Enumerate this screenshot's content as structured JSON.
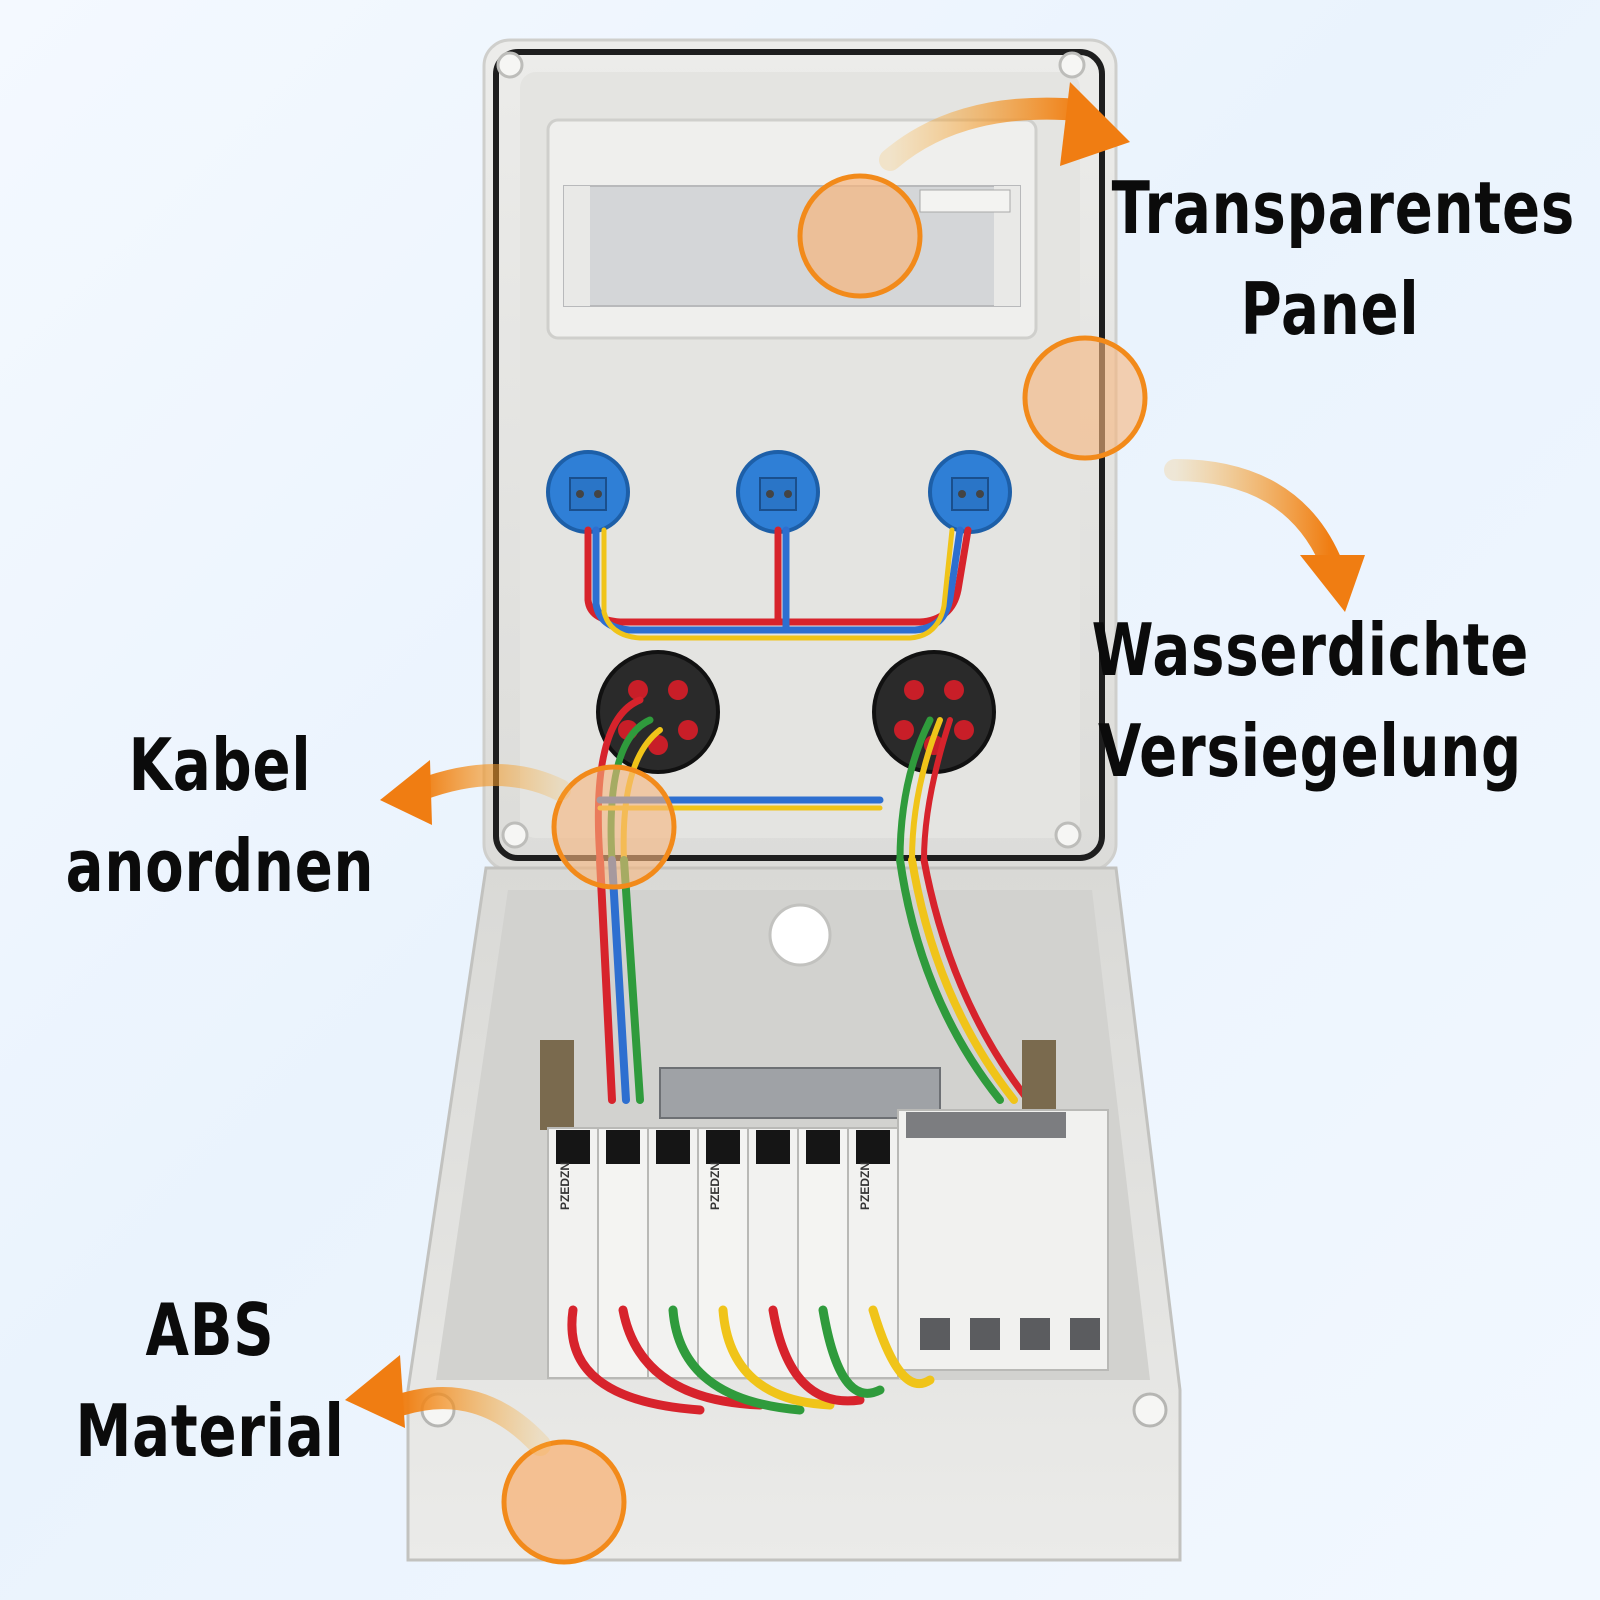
{
  "annotations": {
    "panel": {
      "line1": "Transparentes",
      "line2": "Panel"
    },
    "seal": {
      "line1": "Wasserdichte",
      "line2": "Versiegelung"
    },
    "cable": {
      "line1": "Kabel",
      "line2": "anordnen"
    },
    "abs": {
      "line1": "ABS",
      "line2": "Material"
    }
  },
  "breaker_brand": "PZEDZN",
  "colors": {
    "enclosure": "#e6e6e4",
    "enclosure_shadow": "#c9c9c6",
    "gasket": "#1e1e1e",
    "socket_blue": "#2f7fd6",
    "wire_red": "#d7232c",
    "wire_blue": "#2e6fd0",
    "wire_green": "#2f9b3c",
    "wire_yellow": "#f0c419",
    "highlight_orange": "#f28a1a",
    "highlight_fill": "#f6b57d"
  }
}
